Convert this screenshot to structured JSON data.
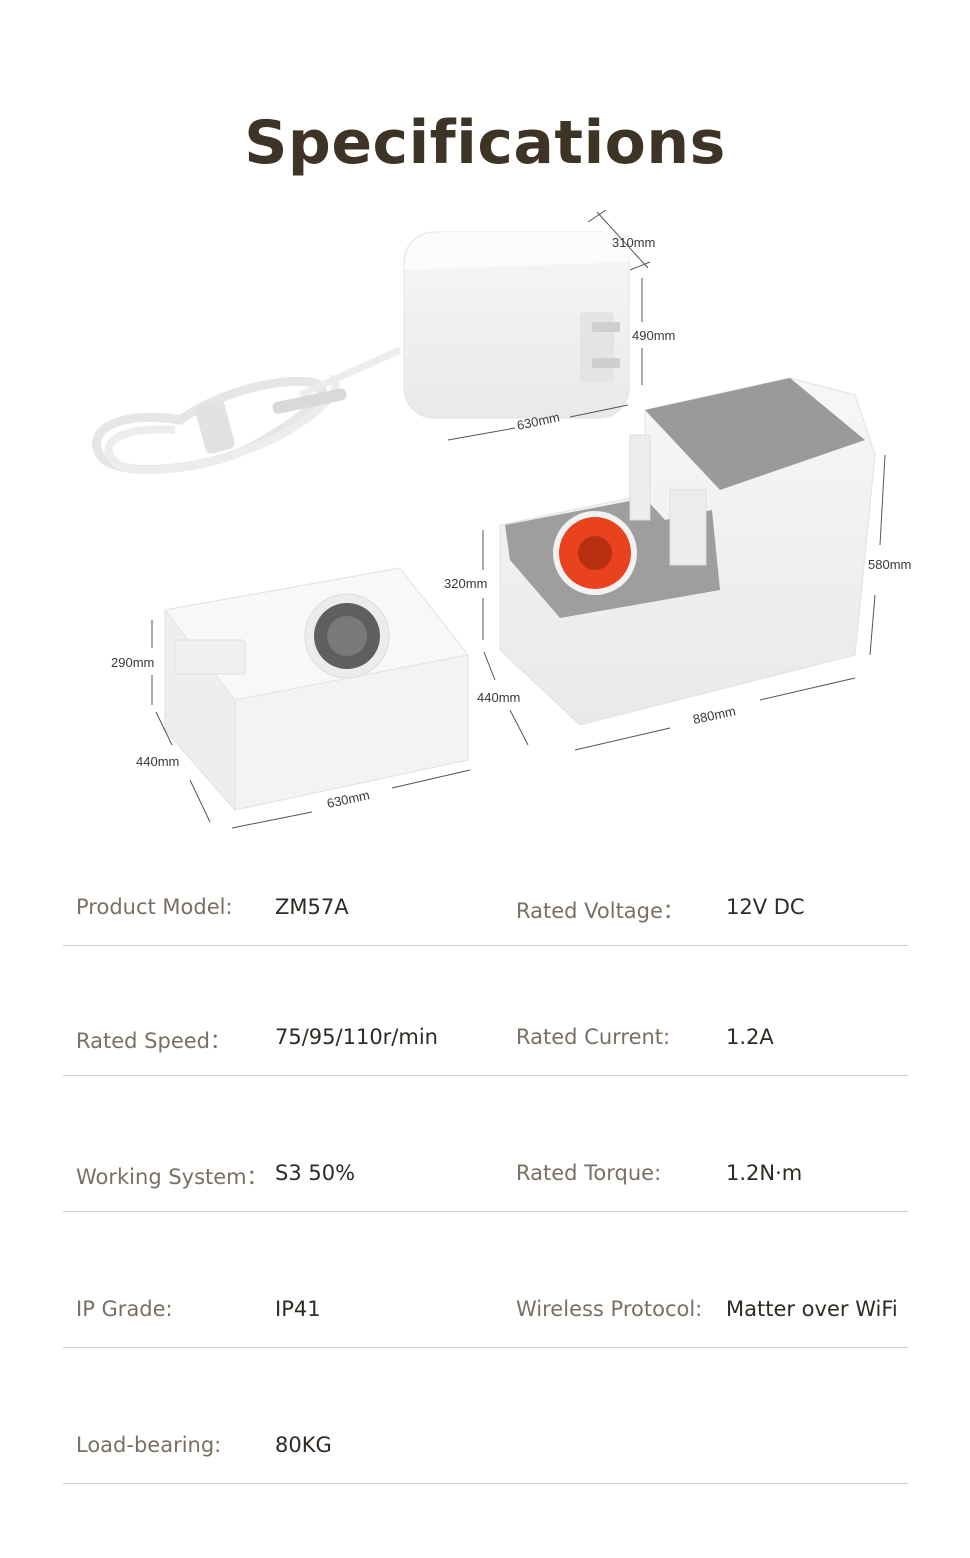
{
  "header": {
    "title": "Specifications"
  },
  "dimensions": {
    "adapter_depth": "310mm",
    "adapter_height": "490mm",
    "adapter_width": "630mm",
    "motor_width": "630mm",
    "motor_height": "290mm",
    "motor_depth": "440mm",
    "base_height": "320mm",
    "base_depth": "440mm",
    "base_width": "880mm",
    "base_total_height": "580mm"
  },
  "specs": [
    {
      "label1": "Product Model:",
      "value1": "ZM57A",
      "label2": "Rated Voltage：",
      "value2": "12V DC"
    },
    {
      "label1": "Rated Speed：",
      "value1": "75/95/110r/min",
      "label2": "Rated Current:",
      "value2": "1.2A"
    },
    {
      "label1": "Working System：",
      "value1": "S3 50%",
      "label2": "Rated Torque:",
      "value2": "1.2N·m"
    },
    {
      "label1": "IP Grade:",
      "value1": "IP41",
      "label2": "Wireless Protocol:",
      "value2": "Matter over WiFi"
    },
    {
      "label1": "Load-bearing:",
      "value1": "80KG",
      "label2": "",
      "value2": ""
    }
  ],
  "colors": {
    "title": "#3e3426",
    "label": "#7a6f63",
    "value": "#2f2a24",
    "accent_gear": "#e8421e"
  }
}
